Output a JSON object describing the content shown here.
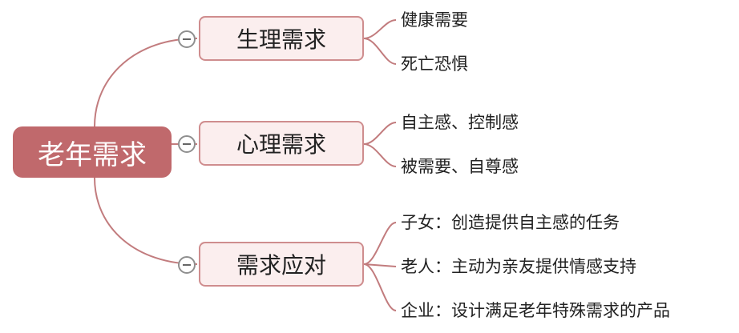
{
  "colors": {
    "root_fill": "#c0696c",
    "branch_fill": "#fbeeee",
    "branch_border": "#cf8d8e",
    "connector": "#c27c7e",
    "collapse_border": "#8f8f8f"
  },
  "icons": {
    "collapse": "minus-circle-icon"
  },
  "root": {
    "label": "老年需求"
  },
  "branches": [
    {
      "label": "生理需求",
      "leaves": [
        "健康需要",
        "死亡恐惧"
      ]
    },
    {
      "label": "心理需求",
      "leaves": [
        "自主感、控制感",
        "被需要、自尊感"
      ]
    },
    {
      "label": "需求应对",
      "leaves": [
        "子女：创造提供自主感的任务",
        "老人：主动为亲友提供情感支持",
        "企业：设计满足老年特殊需求的产品"
      ]
    }
  ]
}
